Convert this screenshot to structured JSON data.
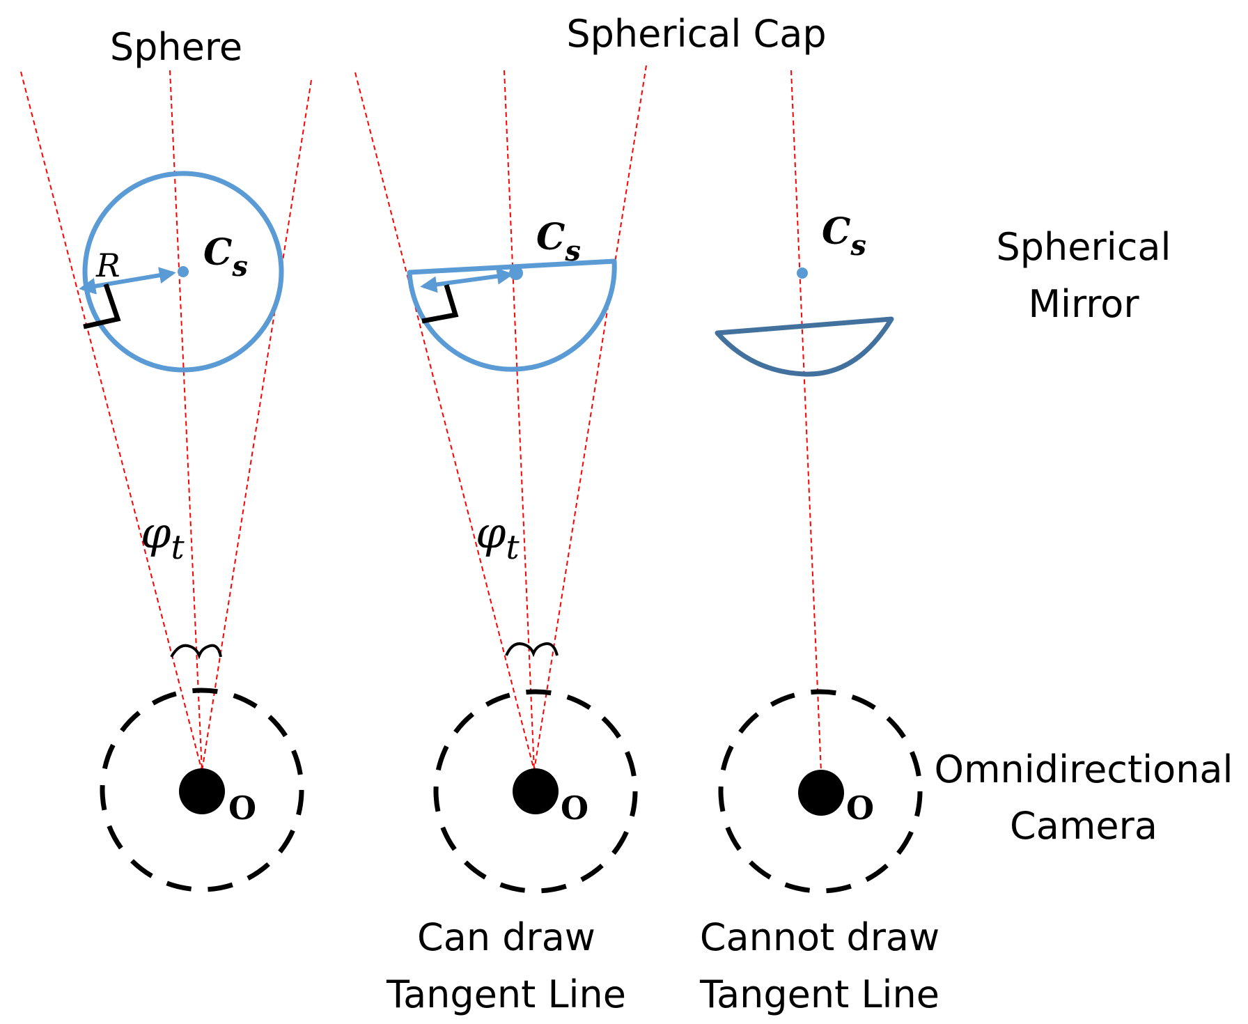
{
  "titles": {
    "sphere": "Sphere",
    "spherical_cap": "Spherical Cap"
  },
  "side_labels": {
    "mirror_line1": "Spherical",
    "mirror_line2": "Mirror",
    "camera_line1": "Omnidirectional",
    "camera_line2": "Camera"
  },
  "captions": {
    "can_line1": "Can draw",
    "can_line2": "Tangent Line",
    "cannot_line1": "Cannot draw",
    "cannot_line2": "Tangent Line"
  },
  "symbols": {
    "center_main": "C",
    "center_sub": "s",
    "radius": "R",
    "angle_main": "φ",
    "angle_sub": "t",
    "origin": "O"
  },
  "colors": {
    "mirror": "#5B9BD5",
    "dark_mirror": "#41719C",
    "ray": "#FF0000",
    "camera": "#000000"
  }
}
